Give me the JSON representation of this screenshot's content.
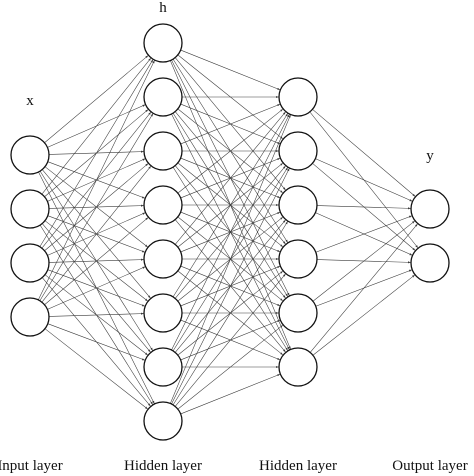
{
  "diagram": {
    "variable_labels": {
      "input": "x",
      "hidden": "h",
      "output": "y"
    },
    "layers": [
      {
        "label": "Input layer",
        "neurons": 4
      },
      {
        "label": "Hidden layer",
        "neurons": 8
      },
      {
        "label": "Hidden layer",
        "neurons": 6
      },
      {
        "label": "Output layer",
        "neurons": 2
      }
    ],
    "connectivity": "fully-connected",
    "arrowheads": true,
    "colors": {
      "neuron_fill": "#ffffff",
      "neuron_stroke": "#111111",
      "connection": "#3a3a3a",
      "text": "#111111"
    }
  }
}
